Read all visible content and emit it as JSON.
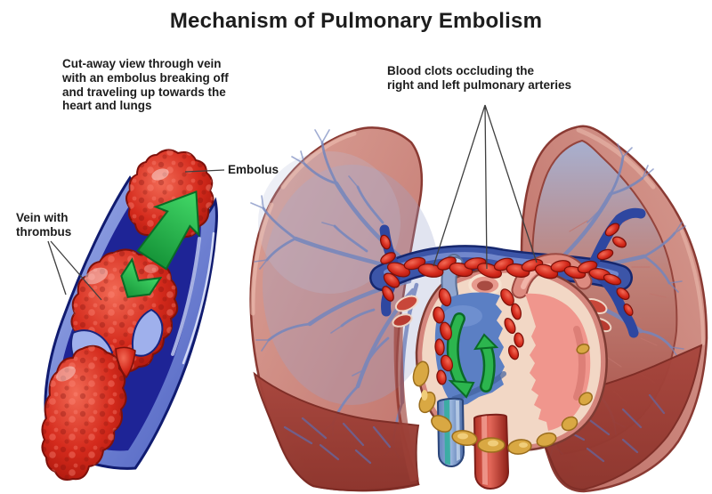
{
  "title": "Mechanism of Pulmonary Embolism",
  "annotations": {
    "vein_caption": "Cut-away view through vein\nwith an embolus breaking off\nand traveling up towards the\nheart and lungs",
    "clots_caption": "Blood clots occluding the\nright and left pulmonary arteries"
  },
  "labels": {
    "embolus": "Embolus",
    "vein_thrombus": "Vein with\nthrombus"
  },
  "icons": {
    "vein_flow_arrow": "green-up-arrow",
    "heart_flow_arrows": "green-curved-flow-arrows"
  },
  "colors": {
    "background": "#ffffff",
    "text": "#1d1d1d",
    "leader_line": "#3f3f3f",
    "vein_wall_blue": "#6f83d6",
    "vein_lumen_blue": "#1e2496",
    "thrombus_red": "#c8251c",
    "flow_arrow_green": "#27b34a",
    "lung_pink": "#c97d75",
    "lung_lobe_dark_red": "#a2423a",
    "vessel_branch_blue": "#7486bd",
    "pulmonary_artery_blue": "#3c55a8",
    "heart_right_blue": "#5b7fc4",
    "heart_left_pink": "#f0968d",
    "heart_cut_face_cream": "#f2d7c5",
    "epicardial_fat_yellow": "#d9a843",
    "aorta_red": "#cf4a3c"
  }
}
